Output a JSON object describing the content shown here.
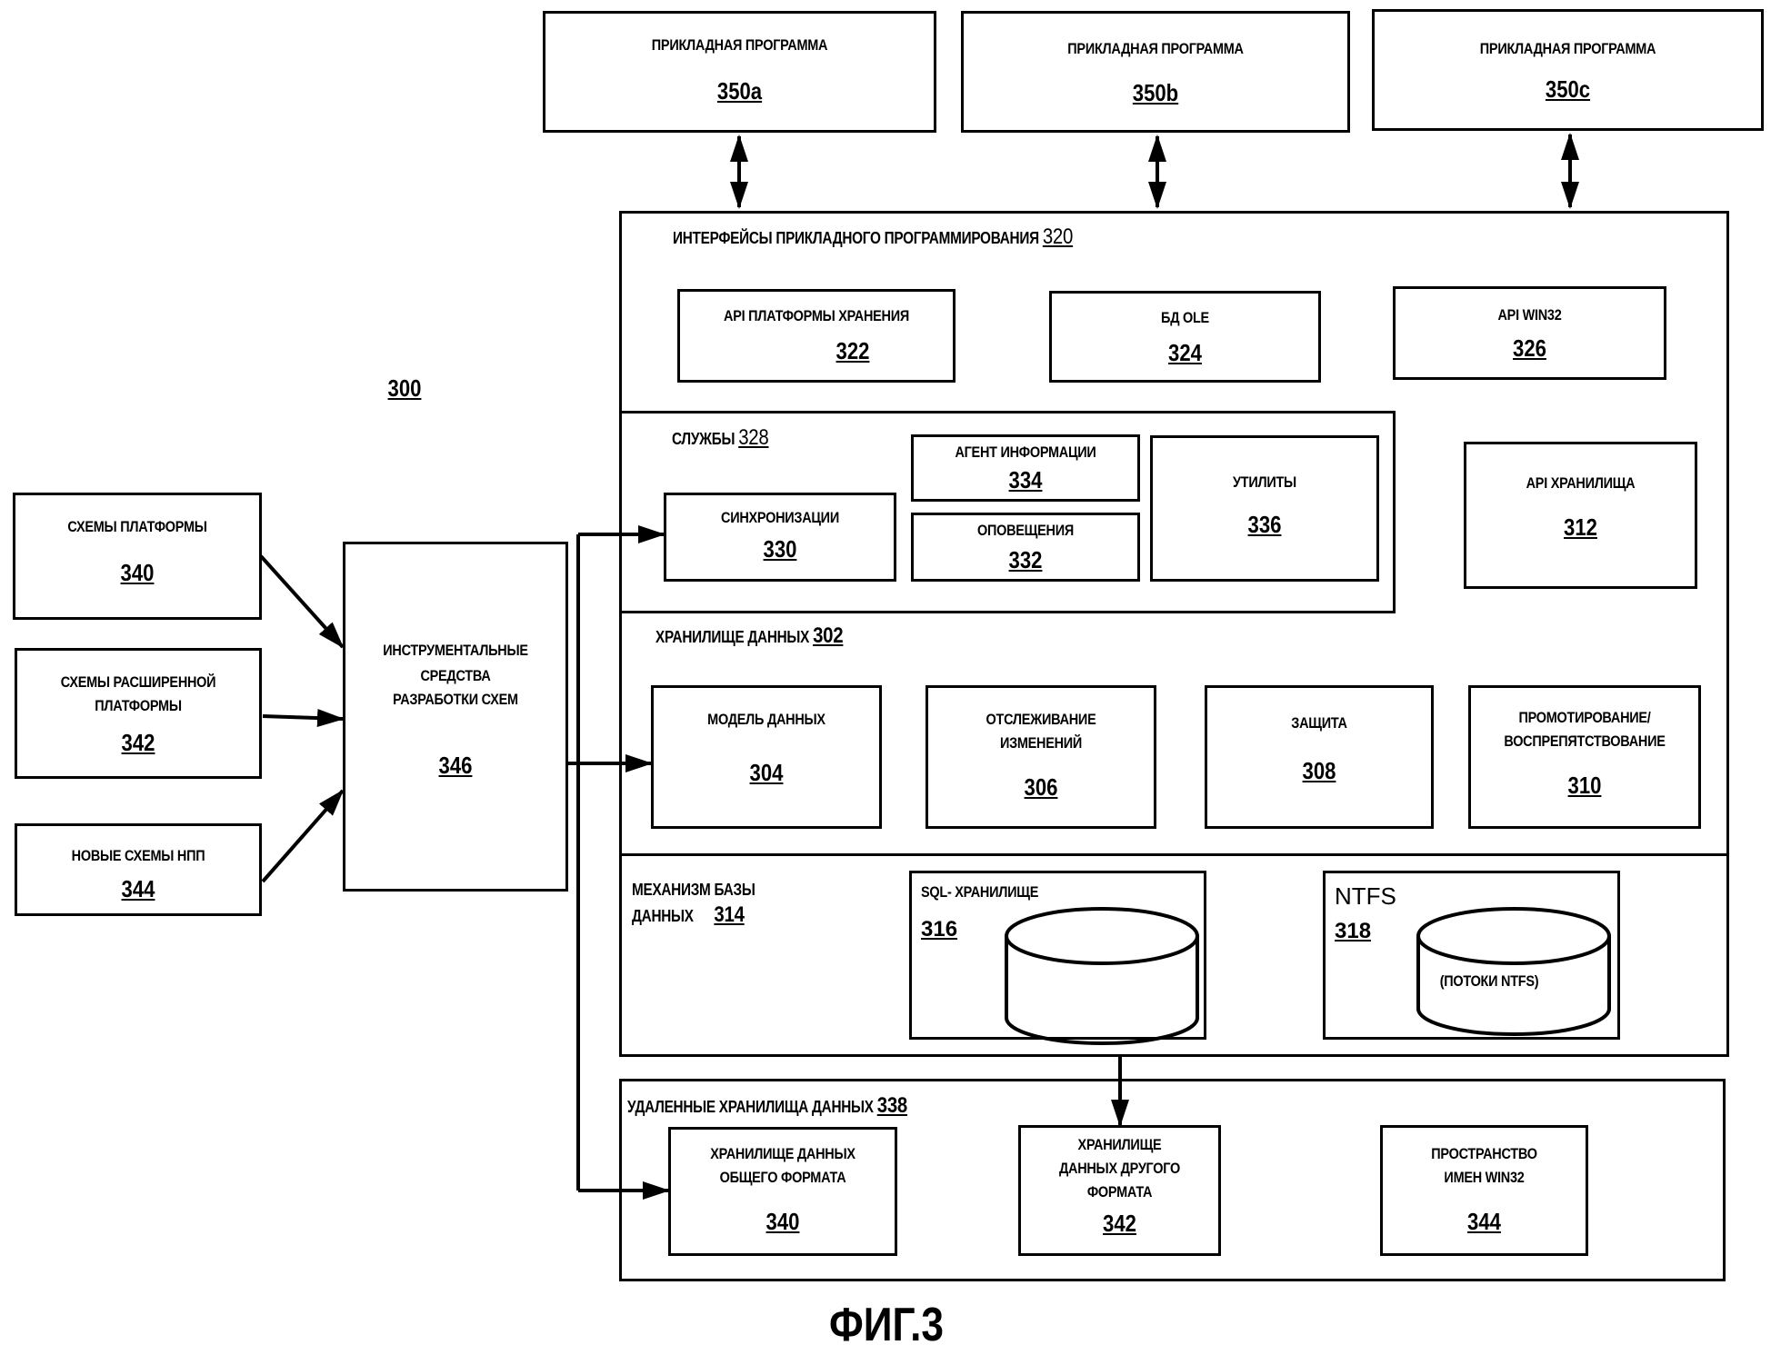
{
  "figure": {
    "label": "ФИГ.3",
    "ref": "300"
  },
  "applications": [
    {
      "label": "ПРИКЛАДНАЯ ПРОГРАММА",
      "ref": "350a"
    },
    {
      "label": "ПРИКЛАДНАЯ ПРОГРАММА",
      "ref": "350b"
    },
    {
      "label": "ПРИКЛАДНАЯ ПРОГРАММА",
      "ref": "350c"
    }
  ],
  "api_layer": {
    "title": "ИНТЕРФЕЙСЫ ПРИКЛАДНОГО ПРОГРАММИРОВАНИЯ",
    "ref": "320",
    "items": [
      {
        "label": "API ПЛАТФОРМЫ ХРАНЕНИЯ",
        "ref": "322"
      },
      {
        "label": "БД OLE",
        "ref": "324"
      },
      {
        "label": "API WIN32",
        "ref": "326"
      }
    ]
  },
  "services": {
    "title": "СЛУЖБЫ",
    "ref": "328",
    "items": [
      {
        "label": "СИНХРОНИЗАЦИИ",
        "ref": "330"
      },
      {
        "label": "АГЕНТ ИНФОРМАЦИИ",
        "ref": "334"
      },
      {
        "label": "ОПОВЕЩЕНИЯ",
        "ref": "332"
      },
      {
        "label": "УТИЛИТЫ",
        "ref": "336"
      }
    ]
  },
  "storage_api": {
    "label": "API ХРАНИЛИЩА",
    "ref": "312"
  },
  "data_store": {
    "title": "ХРАНИЛИЩЕ ДАННЫХ",
    "ref": "302",
    "items": [
      {
        "label_lines": [
          "МОДЕЛЬ ДАННЫХ"
        ],
        "ref": "304"
      },
      {
        "label_lines": [
          "ОТСЛЕЖИВАНИЕ",
          "ИЗМЕНЕНИЙ"
        ],
        "ref": "306"
      },
      {
        "label_lines": [
          "ЗАЩИТА"
        ],
        "ref": "308"
      },
      {
        "label_lines": [
          "ПРОМОТИРОВАНИЕ/",
          "ВОСПРЕПЯТСТВОВАНИЕ"
        ],
        "ref": "310"
      }
    ]
  },
  "db_engine": {
    "title_lines": [
      "МЕХАНИЗМ БАЗЫ",
      "ДАННЫХ"
    ],
    "ref": "314",
    "sql": {
      "label": "SQL- ХРАНИЛИЩЕ",
      "ref": "316"
    },
    "ntfs": {
      "label": "NTFS",
      "ref": "318",
      "inner": "(ПОТОКИ NTFS)"
    }
  },
  "remote": {
    "title": "УДАЛЕННЫЕ ХРАНИЛИЩА ДАННЫХ",
    "ref": "338",
    "items": [
      {
        "label_lines": [
          "ХРАНИЛИЩЕ ДАННЫХ",
          "ОБЩЕГО ФОРМАТА"
        ],
        "ref": "340"
      },
      {
        "label_lines": [
          "ХРАНИЛИЩЕ",
          "ДАННЫХ ДРУГОГО",
          "ФОРМАТА"
        ],
        "ref": "342"
      },
      {
        "label_lines": [
          "ПРОСТРАНСТВО",
          "ИМЕН WIN32"
        ],
        "ref": "344"
      }
    ]
  },
  "schemas": [
    {
      "label_lines": [
        "СХЕМЫ ПЛАТФОРМЫ"
      ],
      "ref": "340"
    },
    {
      "label_lines": [
        "СХЕМЫ РАСШИРЕННОЙ",
        "ПЛАТФОРМЫ"
      ],
      "ref": "342"
    },
    {
      "label_lines": [
        "НОВЫЕ СХЕМЫ НПП"
      ],
      "ref": "344"
    }
  ],
  "schema_tools": {
    "label_lines": [
      "ИНСТРУМЕНТАЛЬНЫЕ",
      "СРЕДСТВА",
      "РАЗРАБОТКИ СХЕМ"
    ],
    "ref": "346"
  }
}
